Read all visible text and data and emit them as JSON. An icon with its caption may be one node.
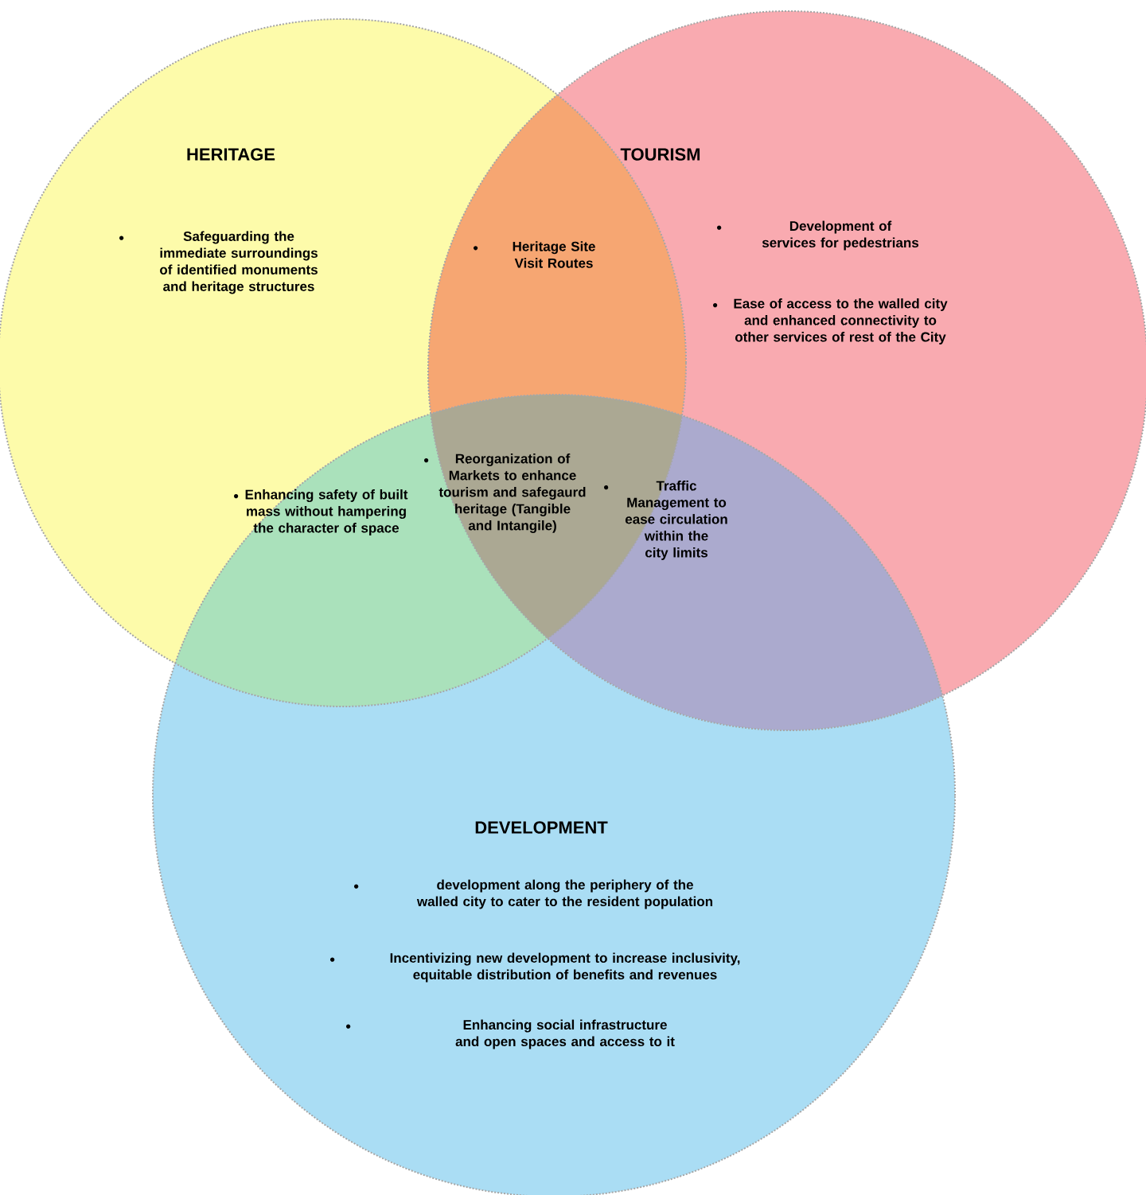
{
  "diagram": {
    "nodes": [
      {
        "text": [
          "HERITAGE",
          "Safeguarding the immediate surroundings of identified monuments and heritage structures"
        ]
      },
      {
        "text": [
          "TOURISM",
          "Development of services for pedestrians",
          "Ease of access to the walled city and enhanced connectivity to other services of rest of the City"
        ]
      },
      {
        "text": [
          "DEVELOPMENT",
          "development along the periphery of the walled city to cater to the resident population",
          "Incentivizing new development  to increase inclusivity, equitable distribution of benefits and revenues",
          "Enhancing social infrastructure and open spaces and access to it"
        ]
      }
    ],
    "edges": [],
    "labels": [
      "Heritage Site Visit Routes",
      "Reorganization of Markets to enhance tourism and safegaurd heritage (Tangible and Intangile)",
      "Enhancing safety of built mass without hampering the character of space",
      "Traffic Management to ease circulation within the city limits"
    ]
  }
}
